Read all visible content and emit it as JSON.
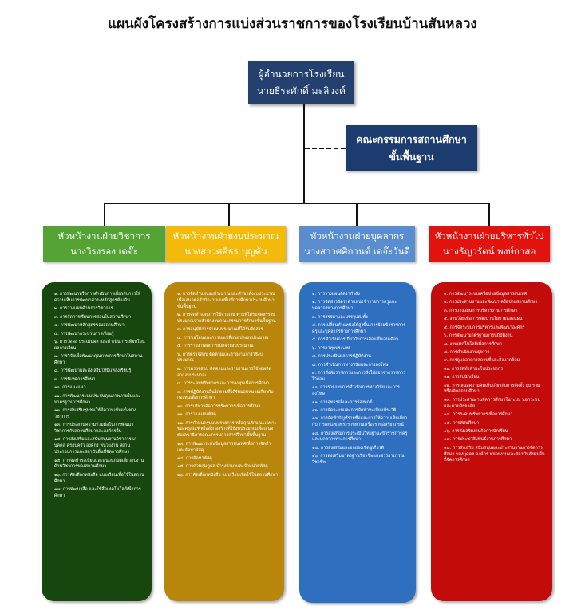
{
  "title": "แผนผังโครงสร้างการแบ่งส่วนราชการของโรงเรียนบ้านสันหลวง",
  "director": {
    "position": "ผู้อำนวยการโรงเรียน",
    "name": "นายธีระศักดิ์ มะลิวงค์"
  },
  "committee": {
    "line1": "คณะกรรมการสถานศึกษา",
    "line2": "ขั้นพื้นฐาน"
  },
  "colors": {
    "academic": "#55a235",
    "budget": "#f4ba0b",
    "personnel": "#5a8dd0",
    "general": "#e2120e",
    "academic_list": "#17460f",
    "budget_list": "#b8860b",
    "personnel_list": "#2f6fc0",
    "general_list": "#c40b0b",
    "top": "#24406e"
  },
  "departments": [
    {
      "head_title": "หัวหน้างานฝ่ายวิชาการ",
      "head_name": "นางวิรงรอง เดจ๊ะ",
      "tasks": [
        "๑. การพัฒนาหรือการดำเนินการเกี่ยวกับการให้ความเห็นการพัฒนาสาระหลักสูตรท้องถิ่น",
        "๒. การวางแผนด้านการวิชาการ",
        "๓. การจัดการเรียนการสอนในสถานศึกษา",
        "๔. การพัฒนาหลักสูตรของสถานศึกษา",
        "๕. การพัฒนากระบวนการเรียนรู้",
        "๖. การวัดผล ประเมินผล และดำเนินการเทียบโอนผลการเรียน",
        "๗. การวิจัยเพื่อพัฒนาคุณภาพการศึกษาในสถานศึกษา",
        "๘. การพัฒนาและส่งเสริมให้มีแหล่งเรียนรู้",
        "๙. การนิเทศการศึกษา",
        "๑๐. การแนะแนว",
        "๑๑. การพัฒนาระบบประกันคุณภาพภายในและมาตรฐานการศึกษา",
        "๑๒. การส่งเสริมชุมชนให้มีความเข้มแข็งทางวิชาการ",
        "๑๓. การประสานความร่วมมือในการพัฒนาวิชาการกับสถานศึกษาและองค์กรอื่น",
        "๑๔. การส่งเสริมและสนับสนุนงานวิชาการแก่บุคคล ครอบครัว องค์กร หน่วยงาน สถานประกอบการและสถาบันอื่นที่จัดการศึกษา",
        "๑๕. การจัดทำระเบียบและแนวปฏิบัติเกี่ยวกับงานด้านวิชาการของสถานศึกษา",
        "๑๖. การคัดเลือกหนังสือ แบบเรียนเพื่อใช้ในสถานศึกษา",
        "๑๗. การพัฒนาสื่อ และใช้สื่อเทคโนโลยีเพื่อการศึกษา"
      ]
    },
    {
      "head_title": "หัวหน้างานฝ่ายงบประมาณ",
      "head_name": "นางสาวศศิธร บุญตัน",
      "tasks": [
        "๑. การจัดทำแผนงบประมาณและคำขอตั้งงบประมาณ เพื่อเสนอต่อสำนักงานเขตพื้นที่การศึกษาประถมศึกษาขั้นพื้นฐาน",
        "๒. การจัดทำแผนการใช้จ่ายเงิน ตามที่ได้รับจัดสรรงบประมาณจากสำนักงานคณะกรรมการศึกษาขั้นพื้นฐาน",
        "๓. การอนุมัติการจ่ายงบประมาณที่ได้รับจัดสรร",
        "๔. การขอโอนและการขอเปลี่ยนแปลงงบประมาณ",
        "๕. การรายงานผลการเบิกจ่ายงบประมาณ",
        "๖. การตรวจสอบ ติดตามและรายงานการใช้งบประมาณ",
        "๗. การตรวจสอบ ติดตามและรายงานการใช้ผลผลิตจากงบประมาณ",
        "๘. การระดมทรัพยากรและการลงทุนเพื่อการศึกษา",
        "๙. การปฏิบัติงานอื่นใดตามที่ได้รับมอบหมายเกี่ยวกับกองทุนเพื่อการศึกษา",
        "๑๐. การบริหารจัดการทรัพยากรเพื่อการศึกษา",
        "๑๑. การวางแผนพัสดุ",
        "๑๒. การกำหนดรูปแบบรายการ หรือคุณลักษณะเฉพาะของครุภัณฑ์หรือสิ่งก่อสร้างที่ใช้งบประมาณเพื่อเสนอต่อเลขาธิการคณะกรรมการการศึกษาขั้นพื้นฐาน",
        "๑๓. การพัฒนาระบบข้อมูลสารสนเทศเพื่อการจัดทำและจัดหาพัสดุ",
        "๑๔. การจัดหาพัสดุ",
        "๑๕. การควบคุมดูแล บำรุงรักษาและจำหน่ายพัสดุ",
        "๑๖. การคัดเลือกหนังสือ แบบเรียนเพื่อใช้ในสถานศึกษา"
      ]
    },
    {
      "head_title": "หัวหน้างานฝ่ายบุคลากร",
      "head_name": "นางสาวศศิกานต์ เดจ๊ะวันดี",
      "tasks": [
        "๑. การวางแผนอัตรากำลัง",
        "๒. การจัดสรรอัตราตำแหน่งข้าราชการครูและบุคลากรทางการศึกษา",
        "๓. การสรรหาและบรรจุแต่งตั้ง",
        "๔. การเปลี่ยนตำแหน่งให้สูงขึ้น การย้ายข้าราชการครูและบุคลากรทางการศึกษา",
        "๕. การดำเนินการเกี่ยวกับการเลื่อนขั้นเงินเดือน",
        "๖. การลาทุกประเภท",
        "๗. การประเมินผลการปฏิบัติงาน",
        "๘. การดำเนินการทางวินัยและการลงโทษ",
        "๙. การสั่งพักราชการและการสั่งให้ออกจากราชการไว้ก่อน",
        "๑๐. การรายงานการดำเนินการทางวินัยและการลงโทษ",
        "๑๑. การอุทธรณ์และการร้องทุกข์",
        "๑๒. การจัดระบบและการจัดทำทะเบียนประวัติ",
        "๑๓. การจัดทำบัญชีรายชื่อและการให้ความเห็นเกี่ยวกับการเสนอขอพระราชทานเครื่องราชอิสริยาภรณ์",
        "๑๔. การส่งเสริมการประเมินวิทยฐานะข้าราชการครูและบุคลากรทางการศึกษา",
        "๑๕. การส่งเสริมและยกย่องเชิดชูเกียรติ",
        "๑๖. การส่งเสริมมาตรฐานวิชาชีพและจรรยาบรรณวิชาชีพ"
      ]
    },
    {
      "head_title": "หัวหน้างานฝ่ายบริหารทั่วไป",
      "head_name": "นางธัญวรัตน์ พงษ์กาสอ",
      "tasks": [
        "๑. การพัฒนาระบบเครือข่ายข้อมูลสารสนเทศ",
        "๒. การประสานงานและพัฒนาเครือข่ายสถานศึกษา",
        "๓. การวางแผนการบริหารงานการศึกษา",
        "๔. งานวิจัยเพื่อการพัฒนานโยบายและแผน",
        "๕. การจัดระบบการบริหารและพัฒนาองค์กร",
        "๖. การพัฒนามาตรฐานการปฏิบัติงาน",
        "๗. งานเทคโนโลยีเพื่อการศึกษา",
        "๘. การดำเนินงานธุรการ",
        "๙. การดูแลอาคารสถานที่และสิ่งแวดล้อม",
        "๑๐. การจัดทำสำมะโนประชากร",
        "๑๑. การรับนักเรียน",
        "๑๒. การเสนอความคิดเห็นเกี่ยวกับการจัดตั้ง ยุบ รวมหรือเลิกสถานศึกษา",
        "๑๓. การประสานงานจัดการศึกษาในระบบ นอกระบบและตามอัธยาศัย",
        "๑๔. การระดมทรัพยากรเพื่อการศึกษา",
        "๑๕. การทัศนศึกษา",
        "๑๖. การส่งเสริมงานกิจการนักเรียน",
        "๑๗. การประชาสัมพันธ์งานการศึกษา",
        "๑๘. การส่งเสริม สนับสนุนและประสานงานการจัดการศึกษา ของบุคคล องค์กร หน่วยงานและสถาบันสังคมอื่นที่จัดการศึกษา"
      ]
    }
  ]
}
